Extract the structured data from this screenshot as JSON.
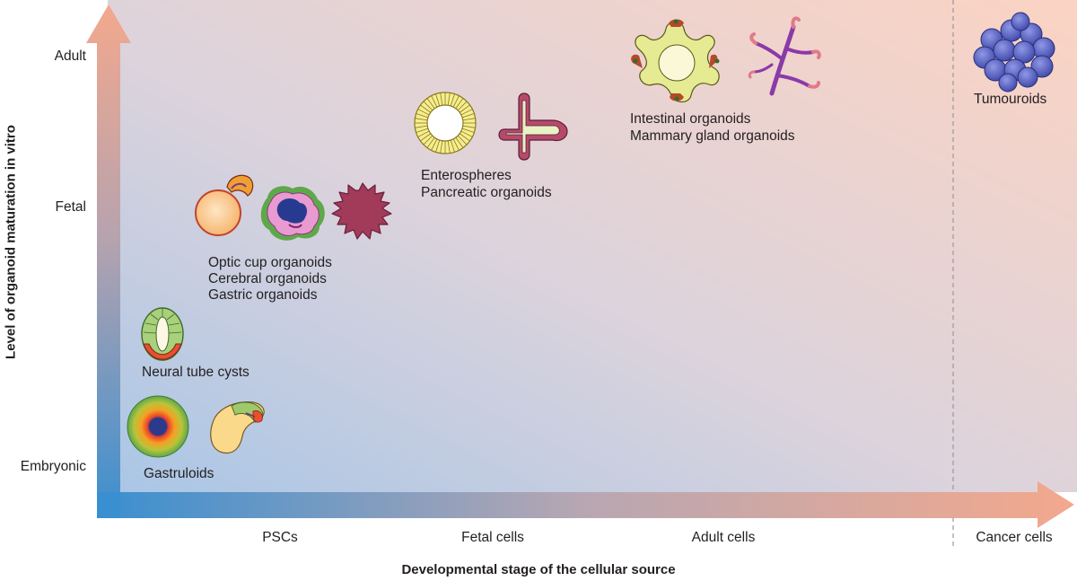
{
  "axes": {
    "x_title": "Developmental stage of the cellular source",
    "y_title": "Level of organoid maturation in vitro",
    "x_ticks": [
      "PSCs",
      "Fetal cells",
      "Adult cells",
      "Cancer cells"
    ],
    "y_ticks": [
      "Adult",
      "Fetal",
      "Embryonic"
    ]
  },
  "groups": {
    "gastruloids": "Gastruloids",
    "neural_tube": "Neural tube cysts",
    "optic_cup": [
      "Optic cup organoids",
      "Cerebral organoids",
      "Gastric organoids"
    ],
    "enterospheres": [
      "Enterospheres",
      "Pancreatic organoids"
    ],
    "intestinal": [
      "Intestinal organoids",
      "Mammary gland organoids"
    ],
    "tumouroids": "Tumouroids"
  },
  "colors": {
    "blue_corner": "#3a8fd0",
    "salmon_corner": "#f5a88a",
    "arrow_dark": "#2b6aa8",
    "dash": "#9a9a9a"
  }
}
